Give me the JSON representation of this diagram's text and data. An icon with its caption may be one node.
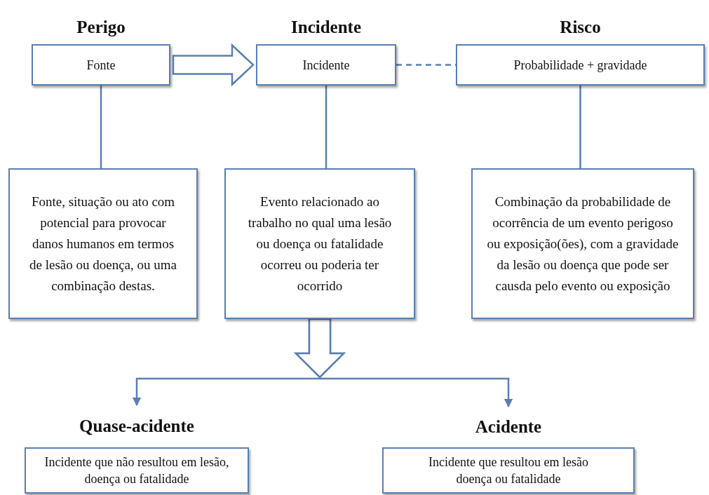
{
  "diagram": {
    "nodes": [
      {
        "text": [
          "Perigo",
          "Fonte"
        ]
      },
      {
        "text": [
          "Incidente",
          "Incidente"
        ]
      },
      {
        "text": [
          "Risco",
          "Probabilidade + gravidade"
        ]
      },
      {
        "text": [
          "Fonte, situação ou ato com potencial para provocar danos humanos em termos de lesão ou doença, ou uma combinação destas."
        ]
      },
      {
        "text": [
          "Evento relacionado ao trabalho no qual uma lesão ou doença ou fatalidade ocorreu ou poderia ter ocorrido"
        ]
      },
      {
        "text": [
          "Combinação da probabilidade de ocorrência de um evento perigoso ou exposição(ões), com a gravidade da lesão ou doença que pode ser causda pelo evento ou exposição"
        ]
      },
      {
        "text": [
          "Quase-acidente",
          "Incidente que não resultou em lesão, doença ou fatalidade"
        ]
      },
      {
        "text": [
          "Acidente",
          "Incidente que resultou em lesão doença ou fatalidade"
        ]
      }
    ],
    "edges": [
      {
        "from": 0,
        "to": 1,
        "arrow": "to",
        "style": "thick"
      },
      {
        "from": 1,
        "to": 2,
        "arrow": "none",
        "style": "dashed"
      },
      {
        "from": 0,
        "to": 3,
        "arrow": "none"
      },
      {
        "from": 1,
        "to": 4,
        "arrow": "none"
      },
      {
        "from": 2,
        "to": 5,
        "arrow": "none"
      },
      {
        "from": 4,
        "to": 6,
        "arrow": "to"
      },
      {
        "from": 4,
        "to": 7,
        "arrow": "to"
      }
    ]
  }
}
